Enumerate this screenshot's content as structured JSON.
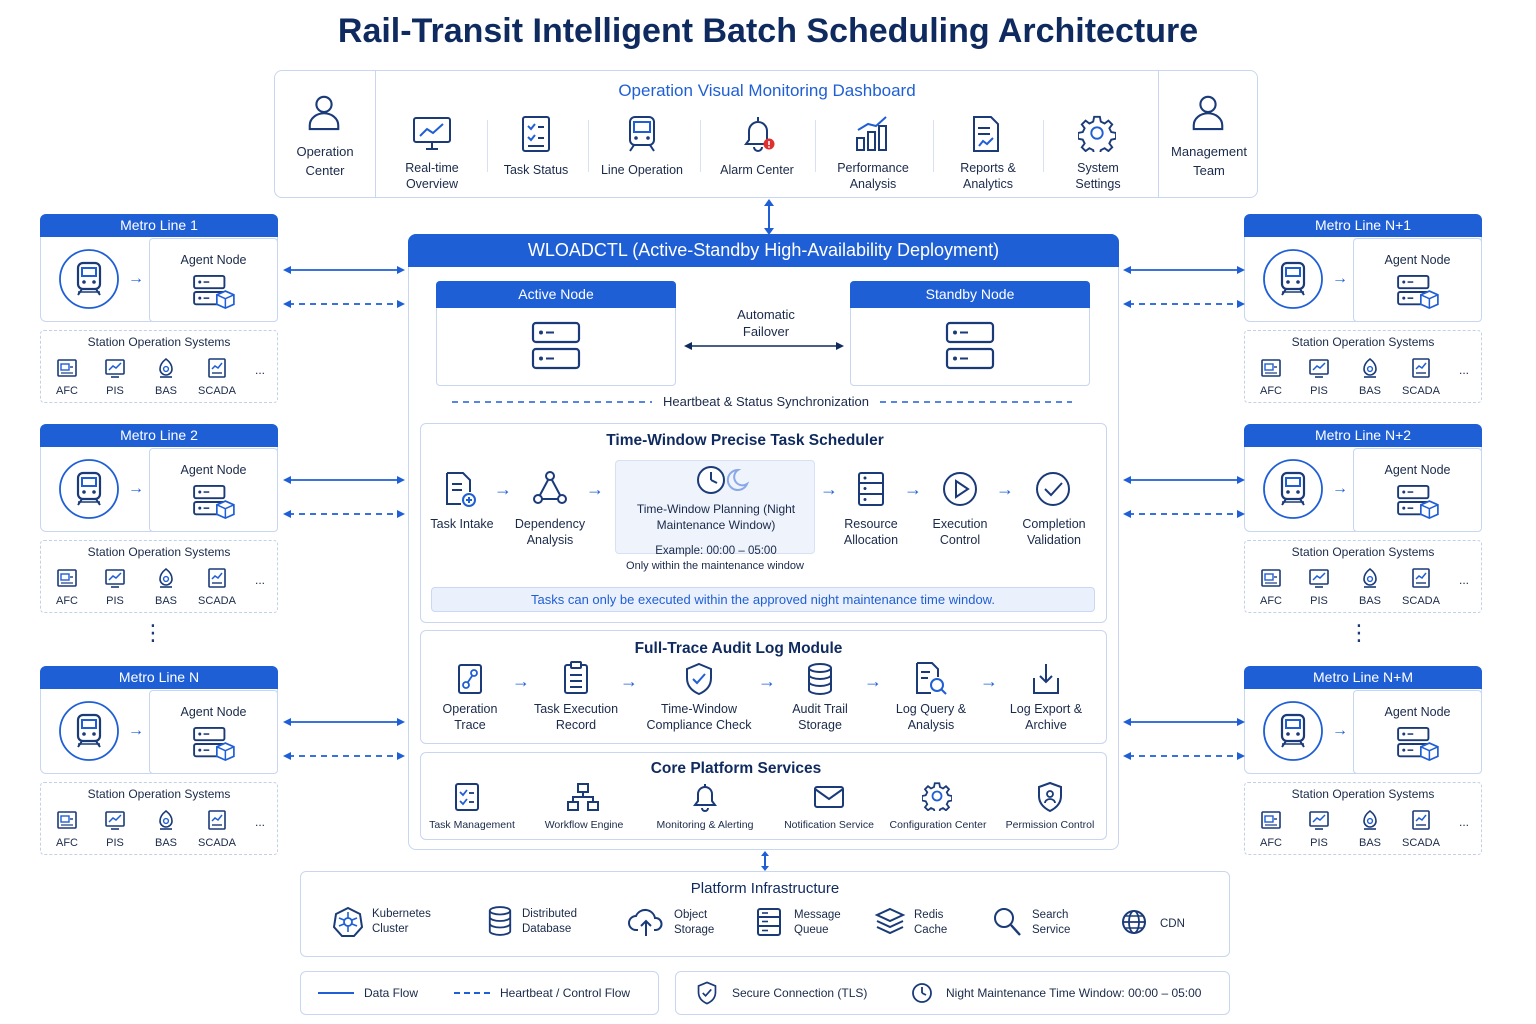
{
  "title": "Rail-Transit Intelligent Batch Scheduling Architecture",
  "dashboard": {
    "title": "Operation Visual Monitoring Dashboard",
    "left_actor": "Operation Center",
    "right_actor": "Management Team",
    "items": [
      {
        "label": "Real-time Overview",
        "icon": "monitor-chart-icon"
      },
      {
        "label": "Task Status",
        "icon": "checklist-icon"
      },
      {
        "label": "Line Operation",
        "icon": "train-icon"
      },
      {
        "label": "Alarm Center",
        "icon": "bell-alert-icon"
      },
      {
        "label": "Performance Analysis",
        "icon": "bar-chart-icon"
      },
      {
        "label": "Reports & Analytics",
        "icon": "report-icon"
      },
      {
        "label": "System Settings",
        "icon": "gear-icon"
      }
    ]
  },
  "lines": {
    "left": [
      "Metro Line 1",
      "Metro Line 2",
      "Metro Line N"
    ],
    "right": [
      "Metro Line N+1",
      "Metro Line N+2",
      "Metro Line N+M"
    ],
    "agent_label": "Agent Node",
    "station_title": "Station Operation Systems",
    "systems": [
      "AFC",
      "PIS",
      "BAS",
      "SCADA"
    ],
    "more": "...",
    "vertical_more": "⋮"
  },
  "core": {
    "title": "WLOADCTL (Active-Standby High-Availability Deployment)",
    "active": "Active Node",
    "standby": "Standby Node",
    "failover": "Automatic Failover",
    "heartbeat": "Heartbeat & Status Synchronization"
  },
  "scheduler": {
    "title": "Time-Window Precise Task Scheduler",
    "steps": [
      "Task Intake",
      "Dependency Analysis",
      "Time-Window Planning (Night Maintenance Window)",
      "Resource Allocation",
      "Execution Control",
      "Completion Validation"
    ],
    "example": "Example: 00:00 – 05:00",
    "only_within": "Only within the maintenance window",
    "note": "Tasks can only be executed within the approved night maintenance time window."
  },
  "audit": {
    "title": "Full-Trace Audit Log Module",
    "steps": [
      "Operation Trace",
      "Task Execution Record",
      "Time-Window Compliance Check",
      "Audit Trail Storage",
      "Log Query & Analysis",
      "Log Export & Archive"
    ]
  },
  "platform": {
    "title": "Core Platform Services",
    "items": [
      "Task Management",
      "Workflow Engine",
      "Monitoring & Alerting",
      "Notification Service",
      "Configuration Center",
      "Permission Control"
    ]
  },
  "infra": {
    "title": "Platform Infrastructure",
    "items": [
      "Kubernetes Cluster",
      "Distributed Database",
      "Object Storage",
      "Message Queue",
      "Redis Cache",
      "Search Service",
      "CDN"
    ]
  },
  "legend": {
    "data_flow": "Data Flow",
    "heartbeat_flow": "Heartbeat / Control Flow",
    "secure": "Secure Connection (TLS)",
    "window": "Night Maintenance Time Window: 00:00 – 05:00"
  },
  "colors": {
    "primary": "#1f5fd6",
    "dark": "#0f2a5f",
    "border": "#c8d6ef",
    "alert": "#e03131"
  }
}
